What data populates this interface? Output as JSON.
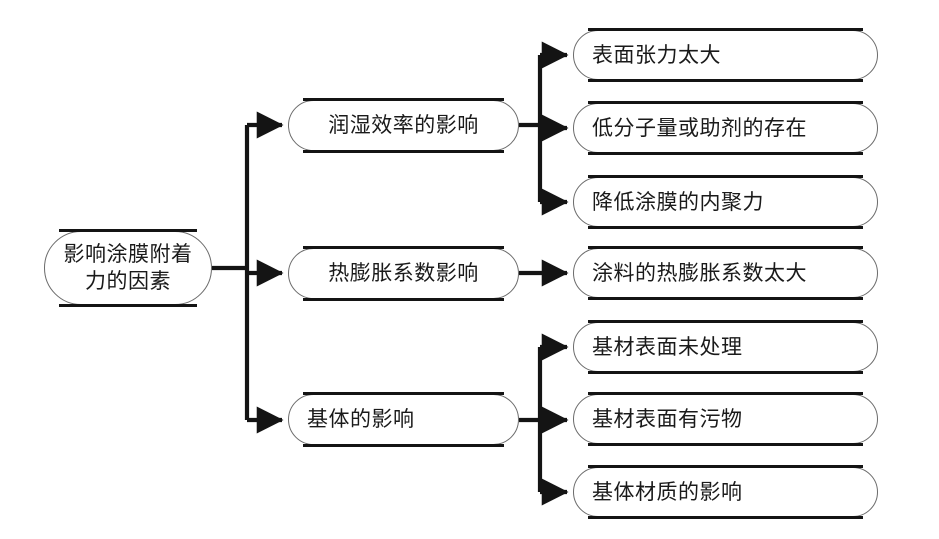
{
  "diagram": {
    "type": "tree",
    "orientation": "left-to-right",
    "root": {
      "id": "root",
      "label": "影响涂膜附着力的因素",
      "lines": [
        "影响涂膜附着",
        "力的因素"
      ]
    },
    "branches": [
      {
        "id": "b1",
        "label": "润湿效率的影响",
        "align": "center",
        "children": [
          {
            "id": "l1",
            "label": "表面张力太大"
          },
          {
            "id": "l2",
            "label": "低分子量或助剂的存在"
          },
          {
            "id": "l3",
            "label": "降低涂膜的内聚力"
          }
        ]
      },
      {
        "id": "b2",
        "label": "热膨胀系数影响",
        "align": "center",
        "children": [
          {
            "id": "l4",
            "label": "涂料的热膨胀系数太大"
          }
        ]
      },
      {
        "id": "b3",
        "label": "基体的影响",
        "align": "left",
        "children": [
          {
            "id": "l5",
            "label": "基材表面未处理"
          },
          {
            "id": "l6",
            "label": "基材表面有污物"
          },
          {
            "id": "l7",
            "label": "基体材质的影响"
          }
        ]
      }
    ]
  },
  "style": {
    "background": "#ffffff",
    "node_fill": "#ffffff",
    "node_border": "#6b6b6b",
    "node_rule": "#141414",
    "connector": "#141414",
    "text": "#1a1a1a"
  }
}
